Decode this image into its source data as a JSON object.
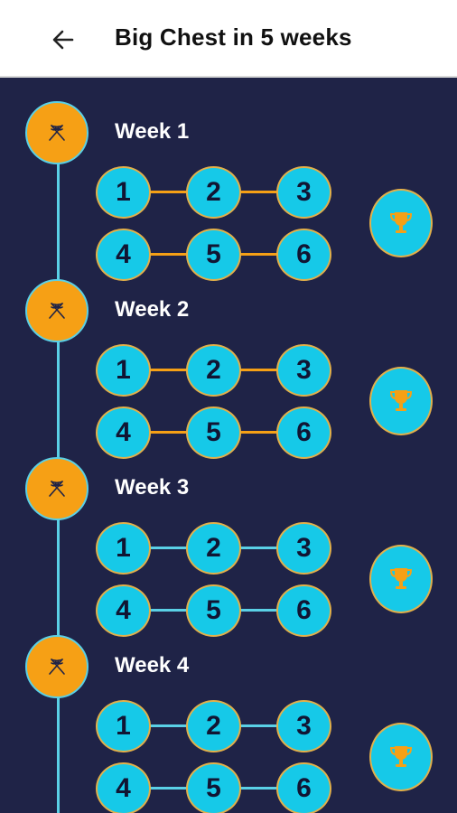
{
  "header": {
    "title": "Big Chest in 5 weeks"
  },
  "colors": {
    "background": "#1f2347",
    "accent_orange": "#f6a015",
    "accent_cyan": "#16c9e8",
    "timeline": "#5ad0e6",
    "completed_connector": "#f6a015",
    "pending_connector": "#5ad0e6"
  },
  "icons": {
    "back": "arrow-left-icon",
    "week_marker": "crossed-flags-icon",
    "reward": "trophy-icon"
  },
  "weeks": [
    {
      "label": "Week 1",
      "completed": true,
      "rows": [
        [
          "1",
          "2",
          "3"
        ],
        [
          "4",
          "5",
          "6"
        ]
      ]
    },
    {
      "label": "Week 2",
      "completed": true,
      "rows": [
        [
          "1",
          "2",
          "3"
        ],
        [
          "4",
          "5",
          "6"
        ]
      ]
    },
    {
      "label": "Week 3",
      "completed": false,
      "rows": [
        [
          "1",
          "2",
          "3"
        ],
        [
          "4",
          "5",
          "6"
        ]
      ]
    },
    {
      "label": "Week 4",
      "completed": false,
      "rows": [
        [
          "1",
          "2",
          "3"
        ],
        [
          "4",
          "5",
          "6"
        ]
      ]
    }
  ]
}
